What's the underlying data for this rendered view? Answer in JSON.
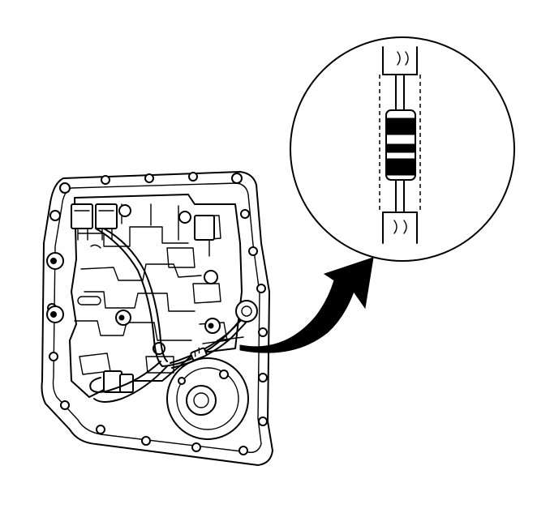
{
  "figure": {
    "main_view": "transmission-valve-body-with-wiring-harness",
    "detail_view": "wire-with-banded-resistor-enlarged",
    "connector": "curved-arrow",
    "line_color": "#000000",
    "background_color": "#ffffff"
  }
}
